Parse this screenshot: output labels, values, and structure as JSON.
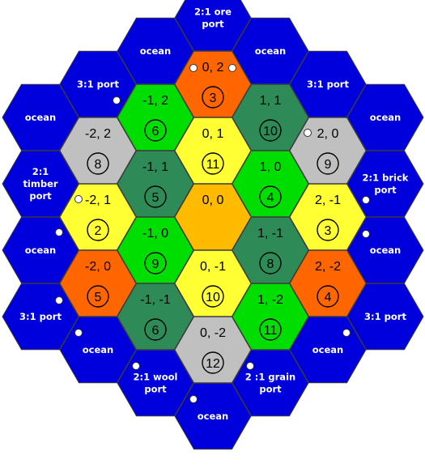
{
  "colors": {
    "ocean": "#0000dd",
    "ore": "#ff6600",
    "wool": "#00dd00",
    "forest": "#2e8b57",
    "grain": "#ffff33",
    "brick": "#c0c0c0",
    "desert": "#ffbb00"
  },
  "land_tiles": [
    {
      "coord": "0, 2",
      "number": "3",
      "resource": "ore"
    },
    {
      "coord": "-1, 2",
      "number": "6",
      "resource": "wool"
    },
    {
      "coord": "1, 1",
      "number": "10",
      "resource": "forest"
    },
    {
      "coord": "0, 1",
      "number": "11",
      "resource": "grain"
    },
    {
      "coord": "-2, 2",
      "number": "8",
      "resource": "brick"
    },
    {
      "coord": "2, 0",
      "number": "9",
      "resource": "brick"
    },
    {
      "coord": "-1, 1",
      "number": "5",
      "resource": "forest"
    },
    {
      "coord": "1, 0",
      "number": "4",
      "resource": "wool"
    },
    {
      "coord": "0, 0",
      "number": "",
      "resource": "desert"
    },
    {
      "coord": "-2, 1",
      "number": "2",
      "resource": "grain"
    },
    {
      "coord": "2, -1",
      "number": "3",
      "resource": "grain"
    },
    {
      "coord": "-1, 0",
      "number": "9",
      "resource": "wool"
    },
    {
      "coord": "1, -1",
      "number": "8",
      "resource": "forest"
    },
    {
      "coord": "0, -1",
      "number": "10",
      "resource": "grain"
    },
    {
      "coord": "-2, 0",
      "number": "5",
      "resource": "ore"
    },
    {
      "coord": "2, -2",
      "number": "4",
      "resource": "ore"
    },
    {
      "coord": "-1, -1",
      "number": "6",
      "resource": "forest"
    },
    {
      "coord": "1, -2",
      "number": "11",
      "resource": "wool"
    },
    {
      "coord": "0, -2",
      "number": "12",
      "resource": "brick"
    }
  ],
  "ocean_tiles": [
    {
      "lines": [
        "2:1 ore",
        "port"
      ]
    },
    {
      "lines": [
        "ocean"
      ]
    },
    {
      "lines": [
        "ocean"
      ]
    },
    {
      "lines": [
        "3:1 port"
      ]
    },
    {
      "lines": [
        "3:1 port"
      ]
    },
    {
      "lines": [
        "ocean"
      ]
    },
    {
      "lines": [
        "ocean"
      ]
    },
    {
      "lines": [
        "2:1",
        "timber",
        "port"
      ]
    },
    {
      "lines": [
        "2:1 brick",
        "port"
      ]
    },
    {
      "lines": [
        "ocean"
      ]
    },
    {
      "lines": [
        "ocean"
      ]
    },
    {
      "lines": [
        "3:1 port"
      ]
    },
    {
      "lines": [
        "3:1 port"
      ]
    },
    {
      "lines": [
        "ocean"
      ]
    },
    {
      "lines": [
        "ocean"
      ]
    },
    {
      "lines": [
        "2:1 wool",
        "port"
      ]
    },
    {
      "lines": [
        "2 :1 grain",
        "port"
      ]
    },
    {
      "lines": [
        "ocean"
      ]
    }
  ]
}
